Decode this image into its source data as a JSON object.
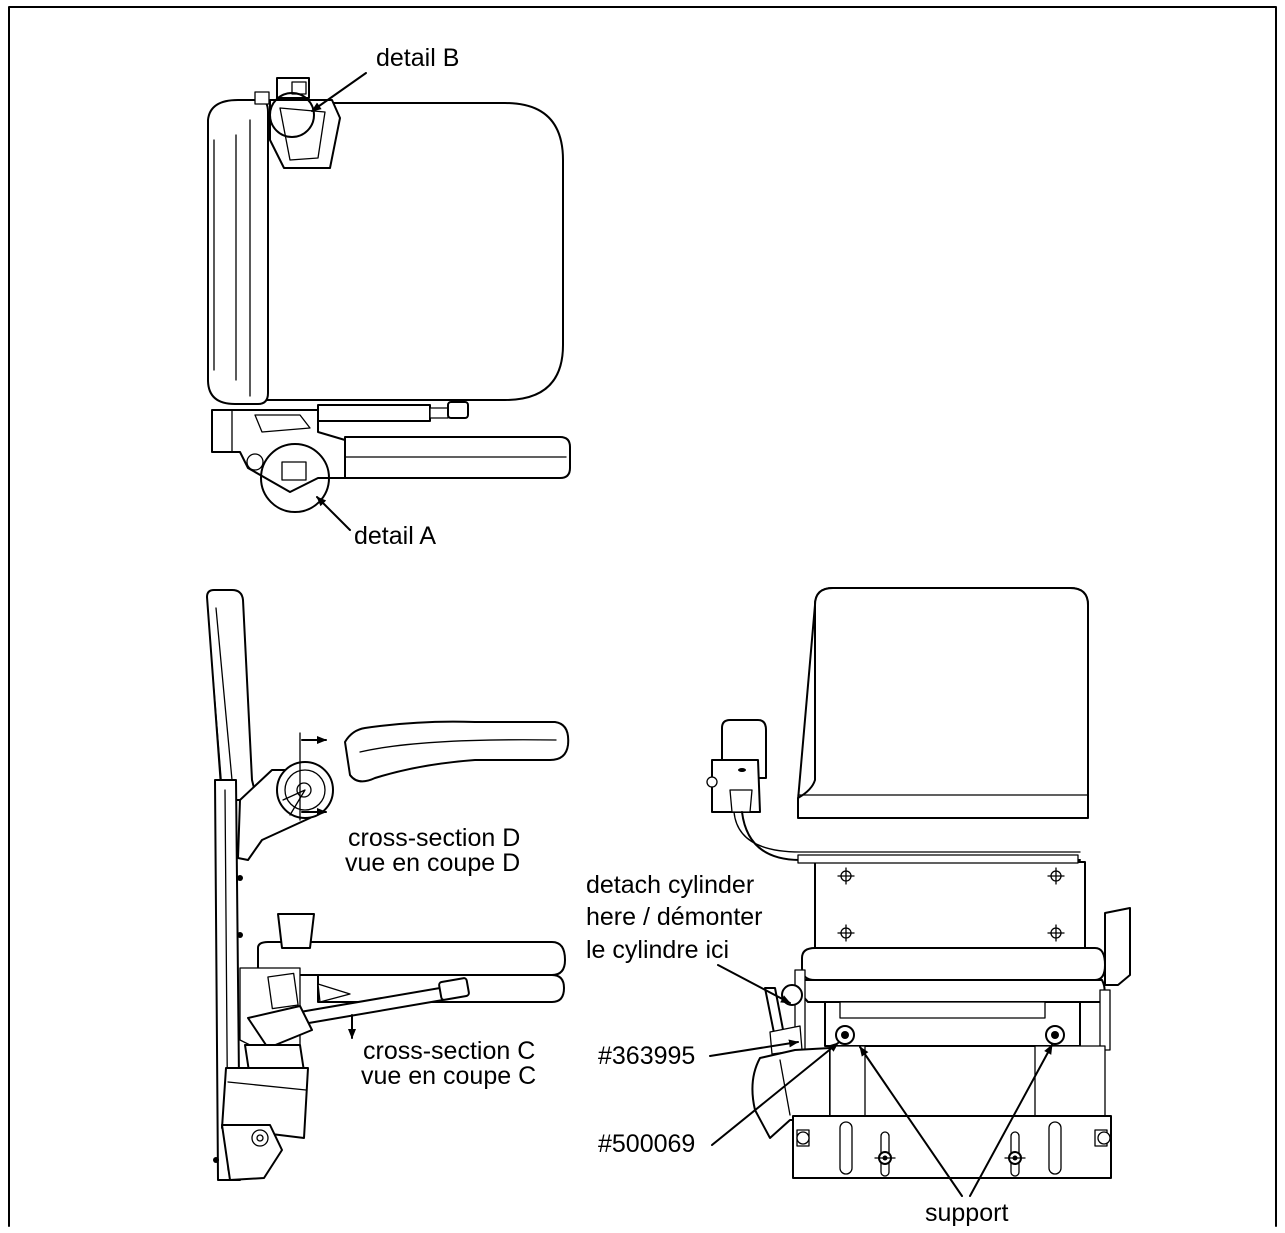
{
  "labels": {
    "detail_b": "detail B",
    "detail_a": "detail A",
    "cross_section_d_en": "cross-section D",
    "cross_section_d_fr": "vue en coupe D",
    "cross_section_c_en": "cross-section C",
    "cross_section_c_fr": "vue en coupe C",
    "detach_line1": "detach cylinder",
    "detach_line2": "here / démonter",
    "detach_line3": "le cylindre ici",
    "part_363995": "#363995",
    "part_500069": "#500069",
    "support": "support"
  }
}
